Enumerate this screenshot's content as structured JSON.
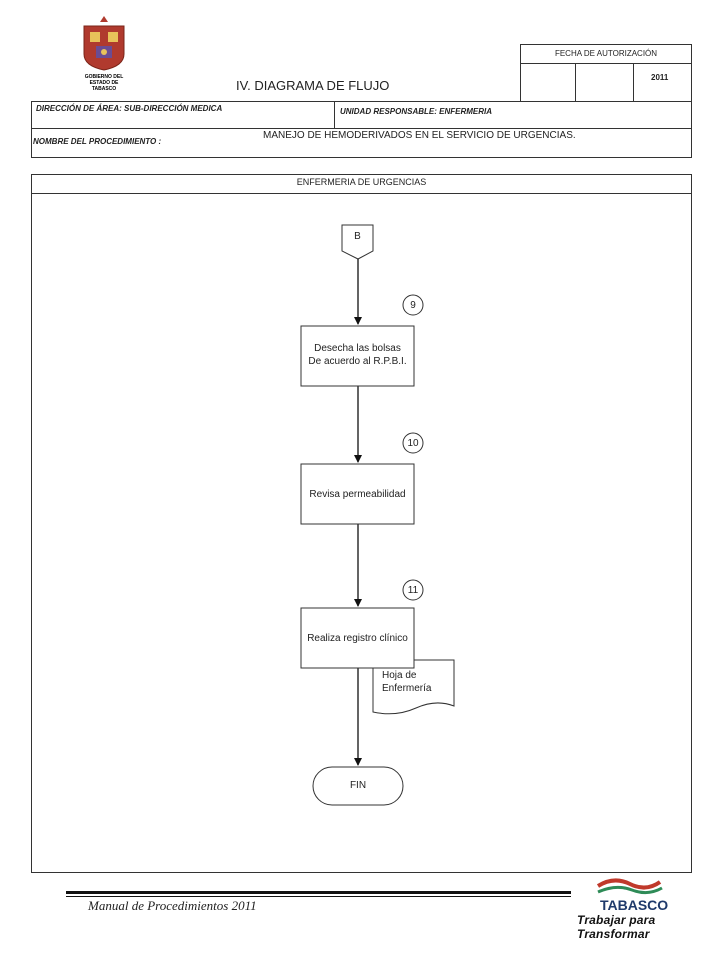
{
  "header": {
    "title": "IV. DIAGRAMA  DE FLUJO",
    "seal_text": "GOBIERNO DEL ESTADO DE TABASCO",
    "auth_label": "FECHA DE AUTORIZACIÓN",
    "auth_year": "2011",
    "area_label": "DIRECCIÓN DE ÁREA: SUB-DIRECCIÓN MEDICA",
    "unit_label": "UNIDAD RESPONSABLE: ENFERMERIA",
    "procedure_label": "NOMBRE DEL PROCEDIMIENTO :",
    "procedure_name": "MANEJO DE HEMODERIVADOS EN EL SERVICIO DE URGENCIAS."
  },
  "lane": {
    "title": "ENFERMERIA DE URGENCIAS"
  },
  "diagram": {
    "connector": "B",
    "steps": [
      {
        "number": "9",
        "line1": "Desecha las bolsas",
        "line2": "De acuerdo al R.P.B.I."
      },
      {
        "number": "10",
        "line1": "Revisa permeabilidad",
        "line2": ""
      },
      {
        "number": "11",
        "line1": "Realiza registro clínico",
        "line2": ""
      }
    ],
    "document": {
      "line1": "Hoja de",
      "line2": "Enfermería"
    },
    "end": "FIN"
  },
  "footer": {
    "manual": "Manual de Procedimientos 2011",
    "logo_text": "TABASCO",
    "slogan": "Trabajar para Transformar"
  },
  "colors": {
    "line": "#333333",
    "logo_red": "#c0392b",
    "logo_green": "#2e8b57"
  }
}
